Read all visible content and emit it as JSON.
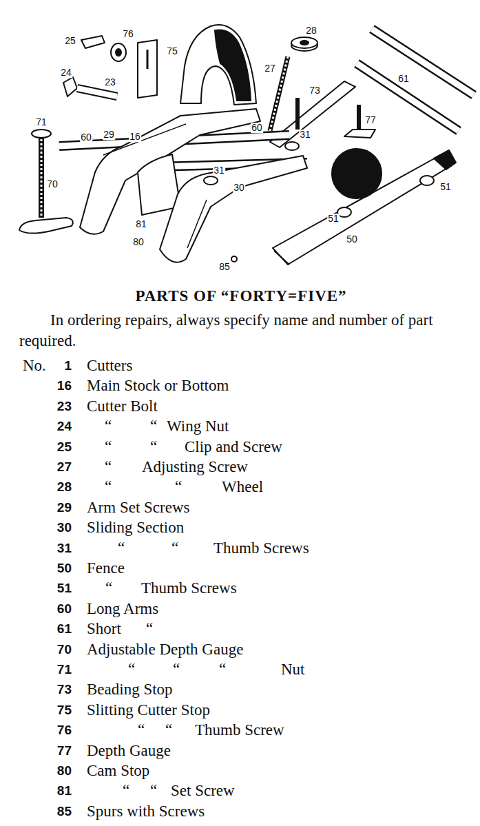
{
  "diagram": {
    "title": "PARTS OF “FORTY=FIVE”",
    "caption": "In ordering repairs, always specify name and number of part required.",
    "labels": [
      "25",
      "76",
      "75",
      "28",
      "24",
      "23",
      "27",
      "73",
      "61",
      "71",
      "29",
      "16",
      "77",
      "60",
      "60",
      "31",
      "31",
      "30",
      "70",
      "51",
      "51",
      "81",
      "80",
      "50",
      "85",
      "No.",
      "1",
      "Cutters",
      "16",
      "Main Stock or Bottom",
      "23",
      "Cutter Bolt",
      "24",
      "“",
      "“",
      "Wing Nut",
      "25",
      "“",
      "“",
      "Clip and Screw",
      "27",
      "“",
      "Adjusting Screw",
      "28",
      "“",
      "“",
      "Wheel",
      "29",
      "Arm Set Screws",
      "30",
      "Sliding Section",
      "31",
      "“",
      "“",
      "Thumb Screws",
      "50",
      "Fence",
      "51",
      "“",
      "Thumb Screws",
      "60",
      "Long Arms",
      "61",
      "Short",
      "“",
      "70",
      "Adjustable Depth Gauge",
      "71",
      "“",
      "“",
      "“",
      "Nut",
      "73",
      "Beading Stop",
      "75",
      "Slitting Cutter Stop",
      "76",
      "“",
      "“",
      "Thumb Screw",
      "77",
      "Depth Gauge",
      "80",
      "Cam Stop",
      "81",
      "“",
      "“",
      "Set Screw",
      "85",
      "Spurs with Screws"
    ]
  }
}
